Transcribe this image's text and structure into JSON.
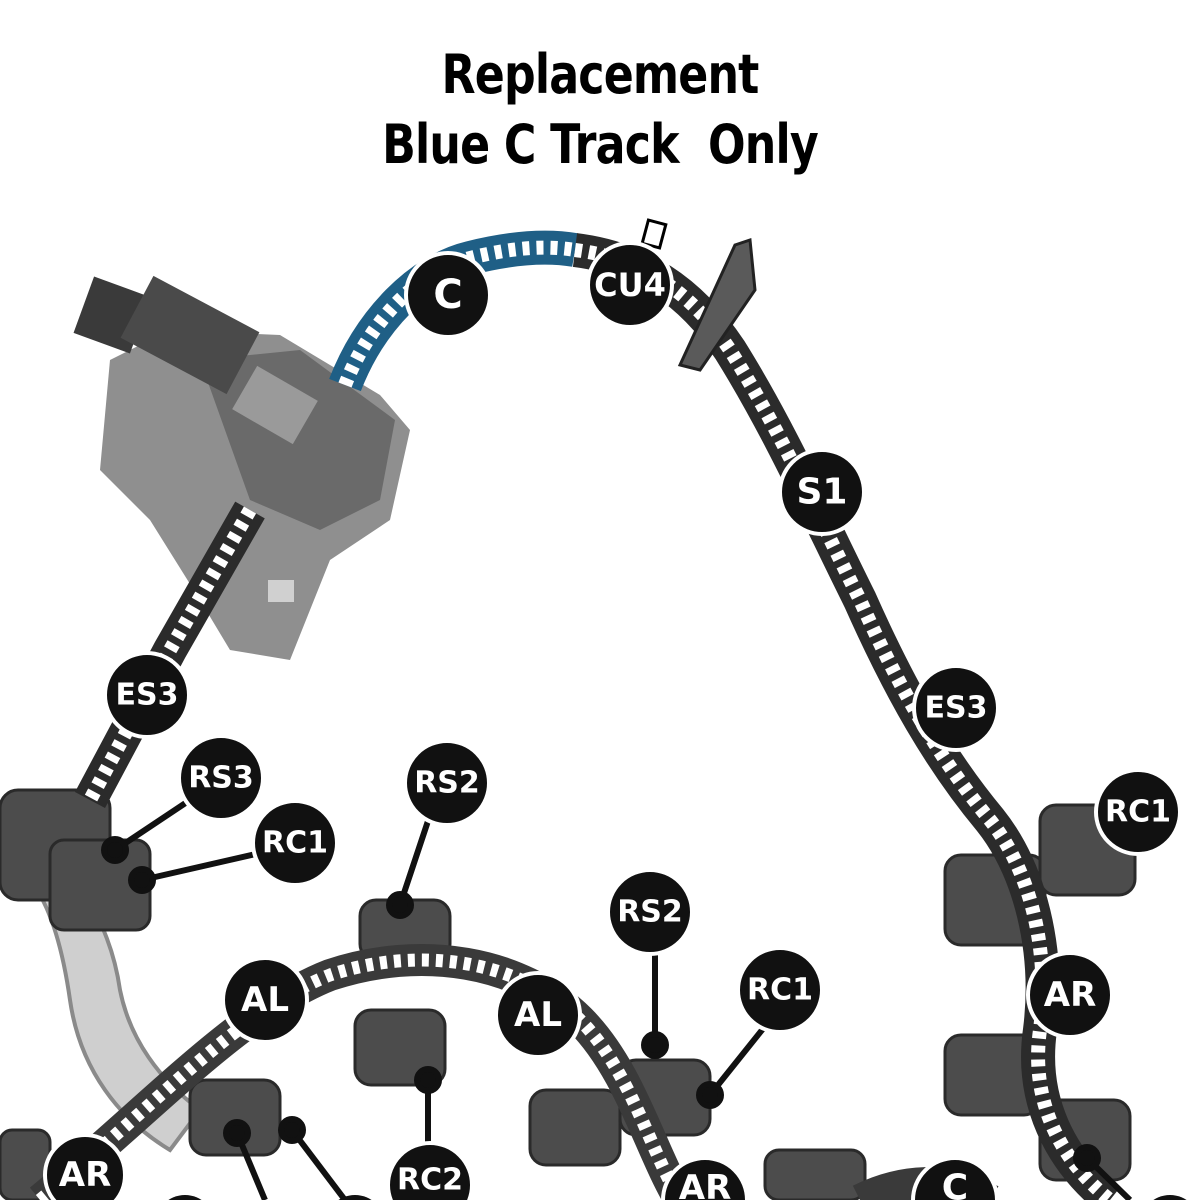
{
  "title": {
    "line1": "Replacement",
    "line2": "Blue C Track  Only"
  },
  "colors": {
    "highlight_track": "#1f5f86",
    "track": "#2b2b2b",
    "connector": "#5a5a5a",
    "label_bg": "#111111"
  },
  "labels": {
    "c_top": "C",
    "cu4": "CU4",
    "s1": "S1",
    "es3_left": "ES3",
    "es3_right": "ES3",
    "rs3": "RS3",
    "rc1_left": "RC1",
    "rs2_mid": "RS2",
    "rc1_right": "RC1",
    "al_left": "AL",
    "al_mid": "AL",
    "rs2_right": "RS2",
    "rc1_mid": "RC1",
    "ar_right": "AR",
    "ar_left": "AR",
    "rc2": "RC2",
    "ar_bottom": "AR",
    "c_bottom": "C"
  }
}
